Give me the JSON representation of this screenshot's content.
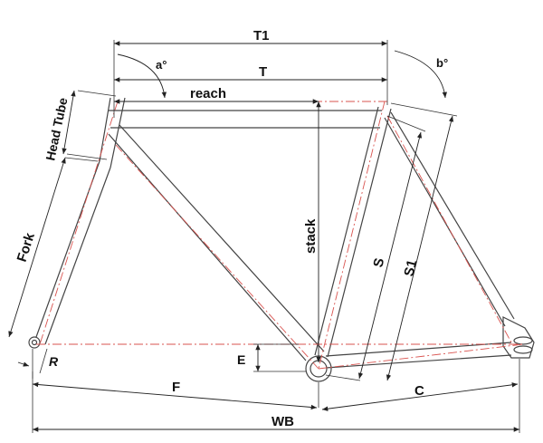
{
  "labels": {
    "t1": "T1",
    "t": "T",
    "a_angle": "a°",
    "b_angle": "b°",
    "reach": "reach",
    "head_tube": "Head Tube",
    "fork": "Fork",
    "stack": "stack",
    "s": "S",
    "s1": "S1",
    "r": "R",
    "e": "E",
    "f": "F",
    "c": "C",
    "wb": "WB"
  },
  "colors": {
    "frame_line": "#444444",
    "dimension_line": "#222222",
    "centerline": "#d9534f"
  }
}
